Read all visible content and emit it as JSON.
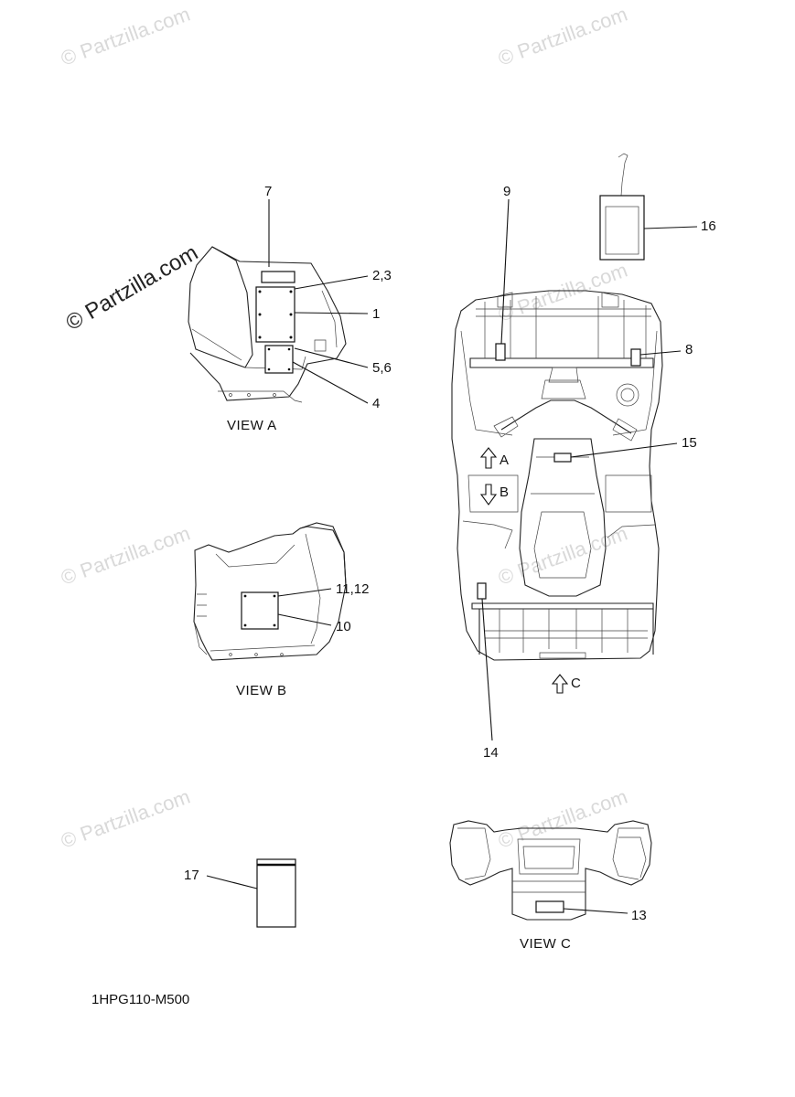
{
  "watermark": {
    "text": "© Partzilla.com"
  },
  "callouts": {
    "c7": "7",
    "c23": "2,3",
    "c1": "1",
    "c56": "5,6",
    "c4": "4",
    "c9": "9",
    "c16": "16",
    "c8": "8",
    "c15": "15",
    "c1112": "11,12",
    "c10": "10",
    "c14": "14",
    "c17": "17",
    "c13": "13"
  },
  "views": {
    "view_a": "VIEW A",
    "view_b": "VIEW B",
    "view_c": "VIEW C"
  },
  "arrows": {
    "a": "A",
    "b": "B",
    "c": "C"
  },
  "footer": {
    "code": "1HPG110-M500"
  }
}
